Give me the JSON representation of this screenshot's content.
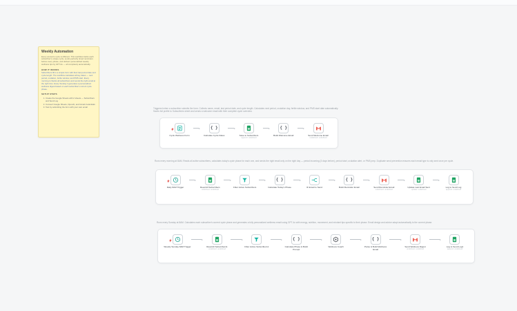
{
  "sticky": {
    "title": "Weekly Automation",
    "intro": "Every woman's cycle is different. This workflow tracks each subscriber's unique cycle, sends perfectly timed reminders before every phase, and delivers personalized weekly wellness tips by GPT-4o — all completely automatically.",
    "how_title": "HOW IT WORKS",
    "how_body": "Subscribers fill in a simple form with their last period date and cycle length. The workflow calculates all key dates — next period, ovulation, fertile window, and PMS start. Every morning it checks all subscribers and sends the right email at the right time. Every Sunday it generates a personalized wellness digest based on each subscriber's current cycle phase.",
    "setup_title": "SETUP STEPS",
    "steps": [
      "Create the Google Sheets with 2 sheets — Subscribers and Send Log",
      "Connect Google Sheets, OpenAI, and Gmail credentials",
      "Test by submitting the form with your own email"
    ]
  },
  "workflows": [
    {
      "description": "Triggered when a subscriber submits the form. Collects name, email, last period date, and cycle length. Calculates next period, ovulation day, fertile window, and PMS start date automatically. Saves full profile to Subscribers sheet and sends a welcome email with their complete cycle overview.",
      "nodes": [
        {
          "label": "Cycle Wellness Form",
          "sublabel": "",
          "icon": "form",
          "trigger": true
        },
        {
          "label": "Calculate Cycle Dates",
          "sublabel": "",
          "icon": "code"
        },
        {
          "label": "Save to Subscribers",
          "sublabel": "append: undefined",
          "icon": "sheets"
        },
        {
          "label": "Build Welcome Email",
          "sublabel": "",
          "icon": "code"
        },
        {
          "label": "Send Welcome Email",
          "sublabel": "undefined: undefined",
          "icon": "gmail"
        }
      ]
    },
    {
      "description": "Runs every morning at 8AM. Reads all active subscribers, calculates today's cycle phase for each one, and sends the right email only on the right day — period incoming (3 days before), period start, ovulation alert, or PMS prep. Duplicate send prevention ensures each email type is only sent once per cycle.",
      "nodes": [
        {
          "label": "Daily 8AM Trigger",
          "sublabel": "",
          "icon": "clock",
          "trigger": true
        },
        {
          "label": "Read All Subscribers",
          "sublabel": "undefined: undefined",
          "icon": "sheets"
        },
        {
          "label": "Filter Active Subscribers",
          "sublabel": "",
          "icon": "filter"
        },
        {
          "label": "Calculate Today's Phase",
          "sublabel": "",
          "icon": "code"
        },
        {
          "label": "IF Email to Send",
          "sublabel": "",
          "icon": "if"
        },
        {
          "label": "Build Reminder Email",
          "sublabel": "",
          "icon": "code"
        },
        {
          "label": "Send Reminder Email",
          "sublabel": "undefined: undefined",
          "icon": "gmail"
        },
        {
          "label": "Update Last Email Sent",
          "sublabel": "update: undefined",
          "icon": "sheets"
        },
        {
          "label": "Log to Send Log",
          "sublabel": "append: undefined",
          "icon": "sheets"
        }
      ]
    },
    {
      "description": "Runs every Sunday at 8AM. Calculates each subscriber's current cycle phase and generates a fully personalized wellness email using GPT-4o with energy, nutrition, movement, and mindset tips specific to their phase. Email design and advice adapt automatically to the current phase.",
      "nodes": [
        {
          "label": "Weekly Sunday 8AM Trigger",
          "sublabel": "",
          "icon": "clock",
          "trigger": true
        },
        {
          "label": "Read All Subscribers1",
          "sublabel": "undefined: undefined",
          "icon": "sheets"
        },
        {
          "label": "Filter Active Subscribers1",
          "sublabel": "",
          "icon": "filter"
        },
        {
          "label": "Calculate Phase & Build Prompt",
          "sublabel": "",
          "icon": "code"
        },
        {
          "label": "Wellness Coach",
          "sublabel": "",
          "icon": "openai"
        },
        {
          "label": "Parse & Build Wellness Email",
          "sublabel": "",
          "icon": "code"
        },
        {
          "label": "Send Wellness Digest",
          "sublabel": "undefined: undefined",
          "icon": "gmail"
        },
        {
          "label": "Log to Send Log1",
          "sublabel": "append: undefined",
          "icon": "sheets"
        }
      ]
    }
  ]
}
